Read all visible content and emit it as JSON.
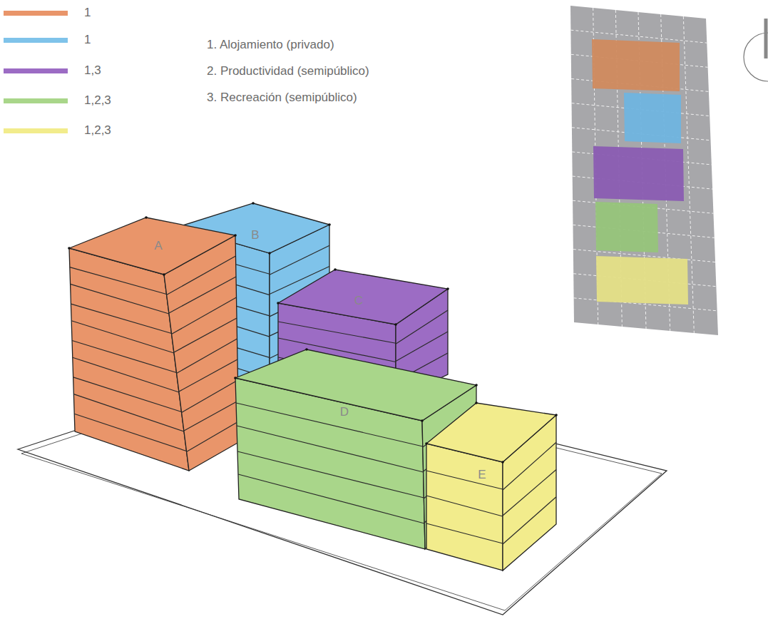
{
  "diagram": {
    "nodes": [
      {
        "text": [
          "A"
        ]
      },
      {
        "text": [
          "B"
        ]
      },
      {
        "text": [
          "C"
        ]
      },
      {
        "text": [
          "D"
        ]
      },
      {
        "text": [
          "E"
        ]
      }
    ],
    "labels": [
      "1. Alojamiento (privado)",
      "2. Productividad (semipúblico)",
      "3. Recreación (semipúblico)"
    ],
    "legend": [
      {
        "text": "1",
        "color": "#e9956a"
      },
      {
        "text": "1",
        "color": "#7fc3ea"
      },
      {
        "text": "1,3",
        "color": "#9c6cc4"
      },
      {
        "text": "1,2,3",
        "color": "#a9d68a"
      },
      {
        "text": "1,2,3",
        "color": "#f2ec8c"
      }
    ]
  }
}
